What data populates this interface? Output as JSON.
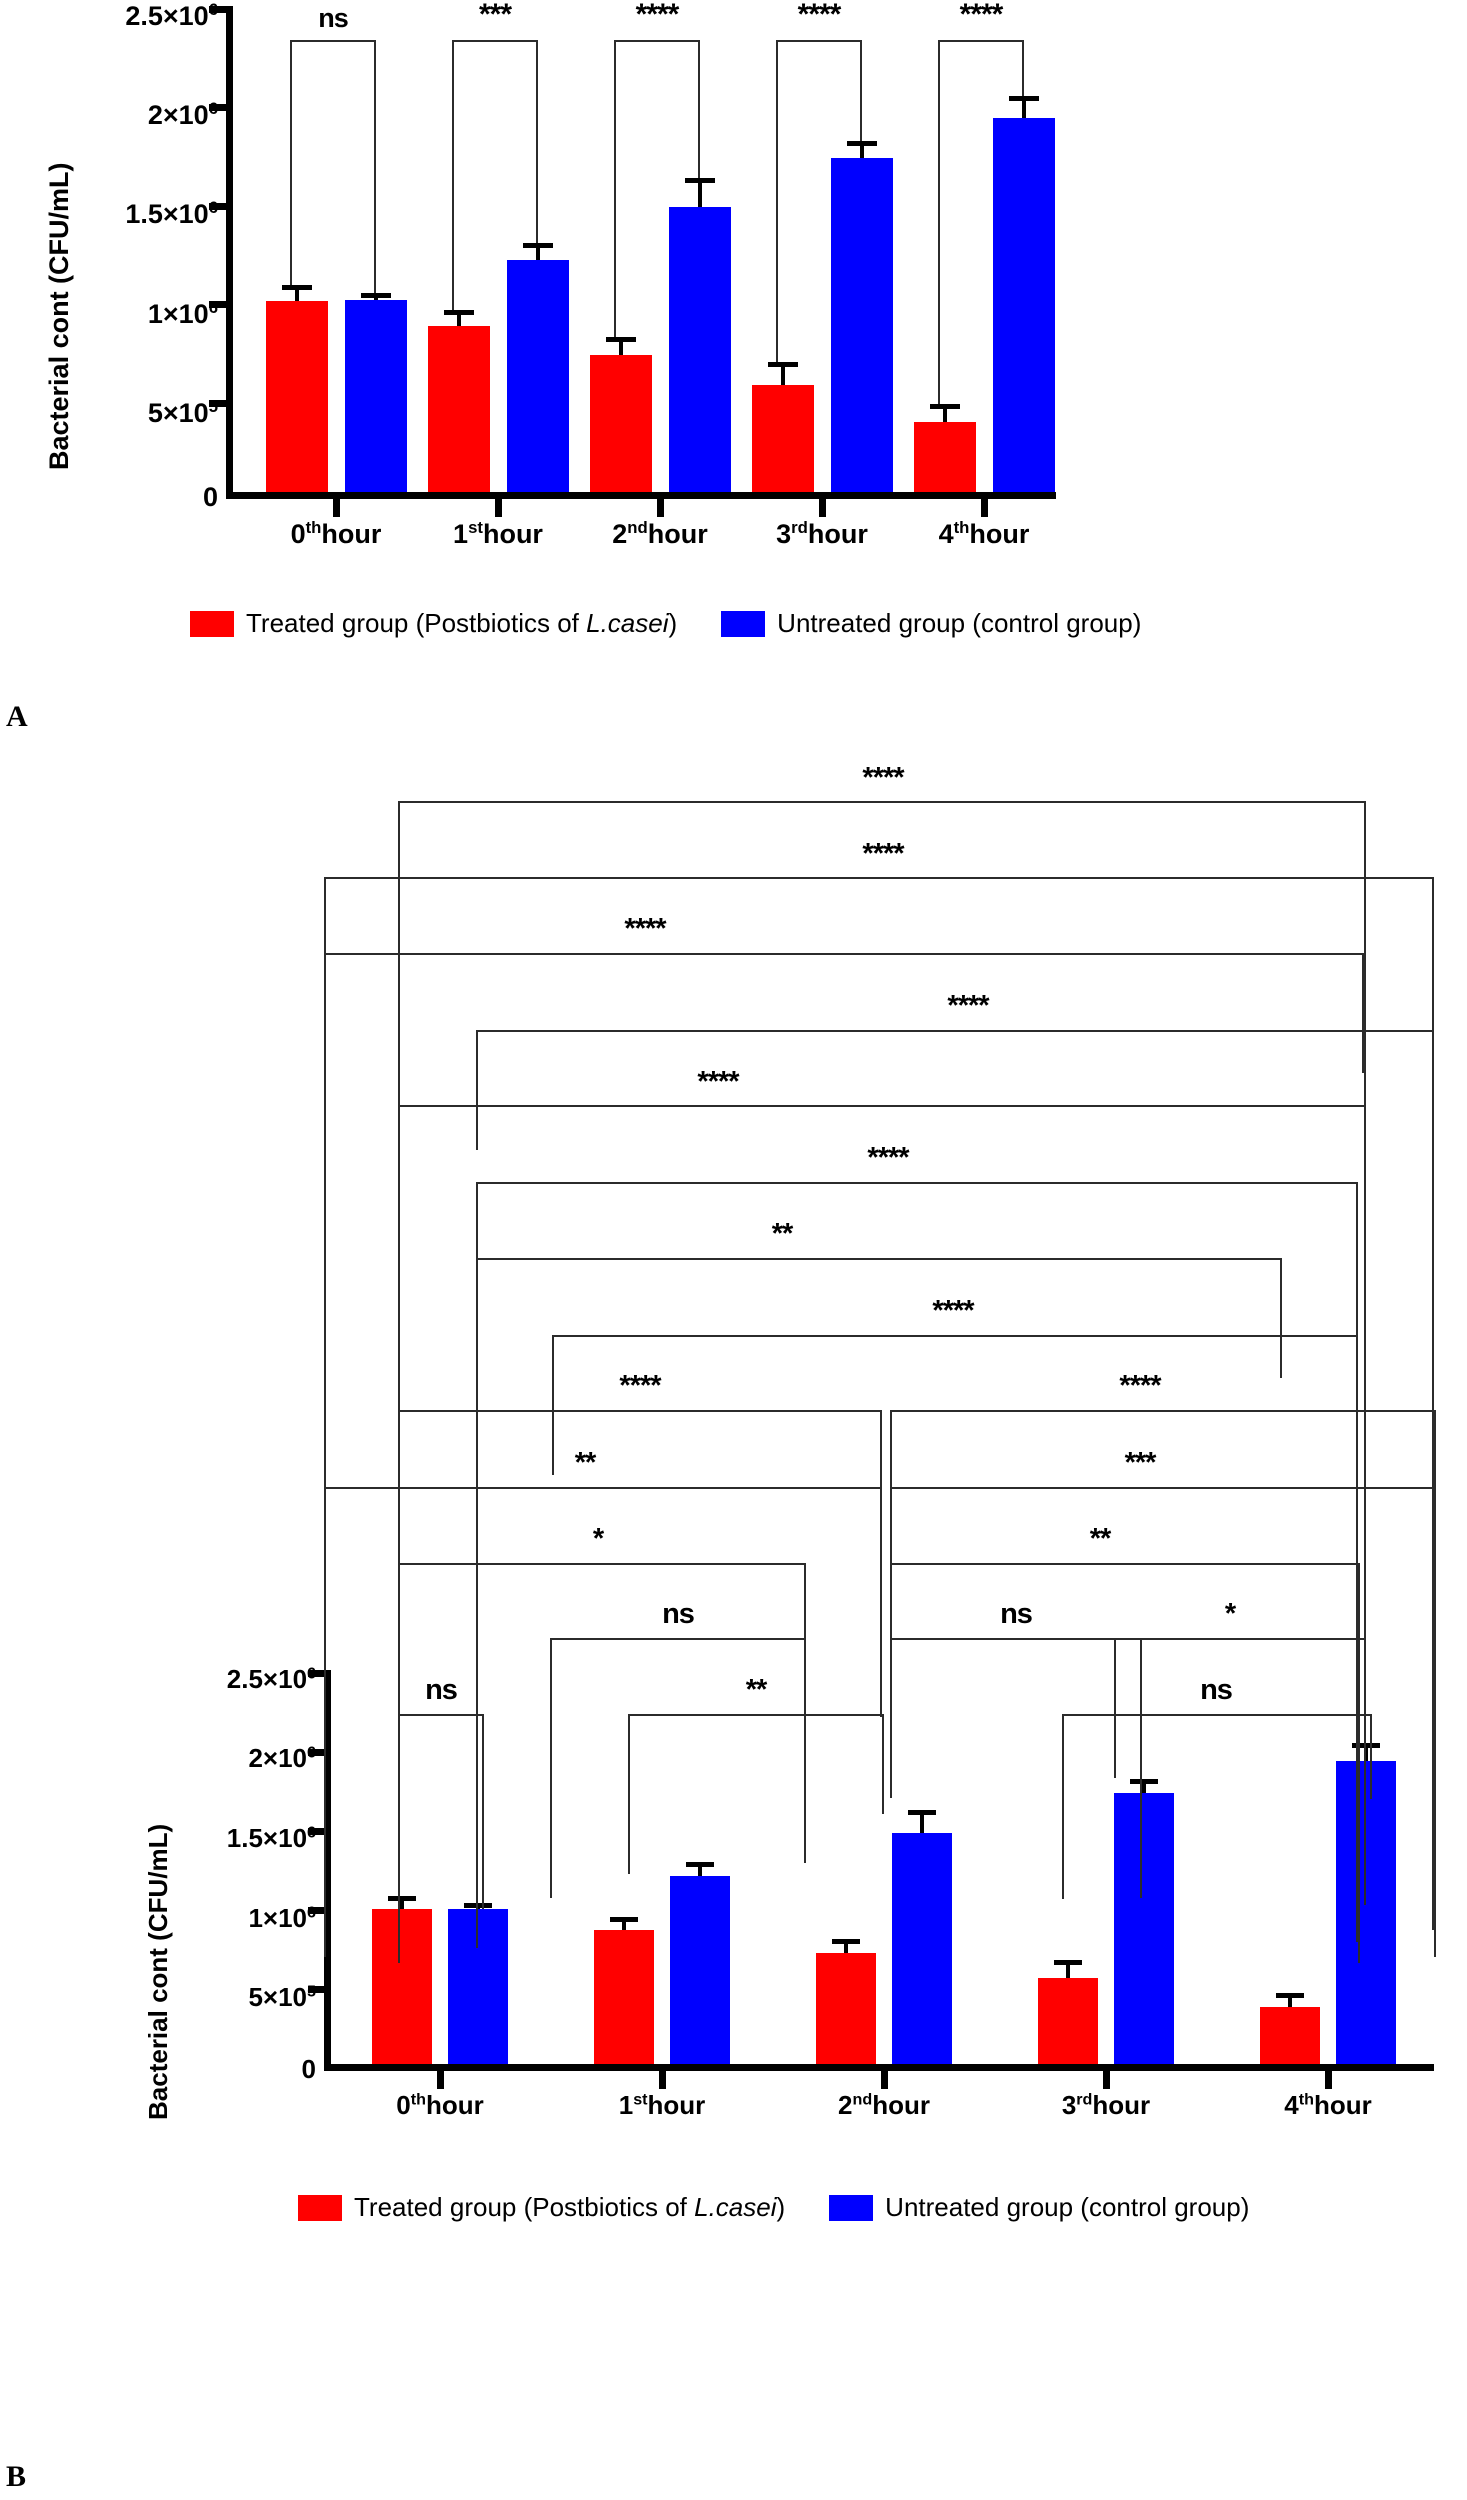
{
  "figure": {
    "panels": [
      {
        "letter": "A"
      },
      {
        "letter": "B"
      }
    ]
  },
  "legend": {
    "treated": {
      "label_pre": "Treated group (Postbiotics of ",
      "label_italic": "L.casei",
      "label_post": ")",
      "color": "#FF0000"
    },
    "untreated": {
      "label": "Untreated group (control group)",
      "color": "#0000FF"
    }
  },
  "chart_data": [
    {
      "panel": "A",
      "type": "bar",
      "title": "",
      "xlabel": "",
      "ylabel": "Bacterial cont (CFU/mL)",
      "ylim": [
        0,
        2500000
      ],
      "yticks": [
        0,
        500000,
        1000000,
        1500000,
        2000000,
        2500000
      ],
      "ytick_labels": [
        "0",
        "5×10",
        "1×10",
        "1.5×10",
        "2×10",
        "2.5×10"
      ],
      "ytick_exponents": [
        "",
        "5",
        "6",
        "6",
        "6",
        "6"
      ],
      "categories": [
        "0th hour",
        "1st hour",
        "2nd hour",
        "3rd hour",
        "4th hour"
      ],
      "category_ordinals": [
        "0",
        "1",
        "2",
        "3",
        "4"
      ],
      "category_suffixes": [
        "th",
        "st",
        "nd",
        "rd",
        "th"
      ],
      "category_unit": "hour",
      "grid": false,
      "legend_position": "bottom",
      "series": [
        {
          "name": "Treated group (Postbiotics of L.casei)",
          "color": "#FF0000",
          "values": [
            980000,
            855000,
            705000,
            550000,
            360000
          ],
          "errors": [
            42000,
            40000,
            45000,
            80000,
            45000
          ]
        },
        {
          "name": "Untreated group (control group)",
          "color": "#0000FF",
          "values": [
            985000,
            1195000,
            1465000,
            1720000,
            1925000
          ],
          "errors": [
            18000,
            45000,
            130000,
            65000,
            90000
          ]
        }
      ],
      "annotations": [
        {
          "from": "0th-red",
          "to": "0th-blue",
          "text": "ns"
        },
        {
          "from": "1st-red",
          "to": "1st-blue",
          "text": "***"
        },
        {
          "from": "2nd-red",
          "to": "2nd-blue",
          "text": "****"
        },
        {
          "from": "3rd-red",
          "to": "3rd-blue",
          "text": "****"
        },
        {
          "from": "4th-red",
          "to": "4th-blue",
          "text": "****"
        }
      ]
    },
    {
      "panel": "B",
      "type": "bar",
      "title": "",
      "xlabel": "",
      "ylabel": "Bacterial cont (CFU/mL)",
      "ylim": [
        0,
        2500000
      ],
      "yticks": [
        0,
        500000,
        1000000,
        1500000,
        2000000,
        2500000
      ],
      "ytick_labels": [
        "0",
        "5×10",
        "1×10",
        "1.5×10",
        "2×10",
        "2.5×10"
      ],
      "ytick_exponents": [
        "",
        "5",
        "6",
        "6",
        "6",
        "6"
      ],
      "categories": [
        "0th hour",
        "1st hour",
        "2nd hour",
        "3rd hour",
        "4th hour"
      ],
      "category_ordinals": [
        "0",
        "1",
        "2",
        "3",
        "4"
      ],
      "category_suffixes": [
        "th",
        "st",
        "nd",
        "rd",
        "th"
      ],
      "category_unit": "hour",
      "grid": false,
      "legend_position": "bottom",
      "series": [
        {
          "name": "Treated group (Postbiotics of L.casei)",
          "color": "#FF0000",
          "values": [
            980000,
            855000,
            705000,
            550000,
            360000
          ],
          "errors": [
            42000,
            40000,
            45000,
            80000,
            45000
          ]
        },
        {
          "name": "Untreated group (control group)",
          "color": "#0000FF",
          "values": [
            985000,
            1195000,
            1465000,
            1720000,
            1925000
          ],
          "errors": [
            18000,
            45000,
            130000,
            65000,
            90000
          ]
        }
      ],
      "annotations": [
        {
          "text": "****"
        },
        {
          "text": "****"
        },
        {
          "text": "****"
        },
        {
          "text": "****"
        },
        {
          "text": "****"
        },
        {
          "text": "****"
        },
        {
          "text": "**"
        },
        {
          "text": "****"
        },
        {
          "text": "****"
        },
        {
          "text": "****"
        },
        {
          "text": "**"
        },
        {
          "text": "***"
        },
        {
          "text": "*"
        },
        {
          "text": "**"
        },
        {
          "text": "ns"
        },
        {
          "text": "ns"
        },
        {
          "text": "*"
        },
        {
          "text": "ns"
        },
        {
          "text": "**"
        },
        {
          "text": "ns"
        }
      ]
    }
  ]
}
